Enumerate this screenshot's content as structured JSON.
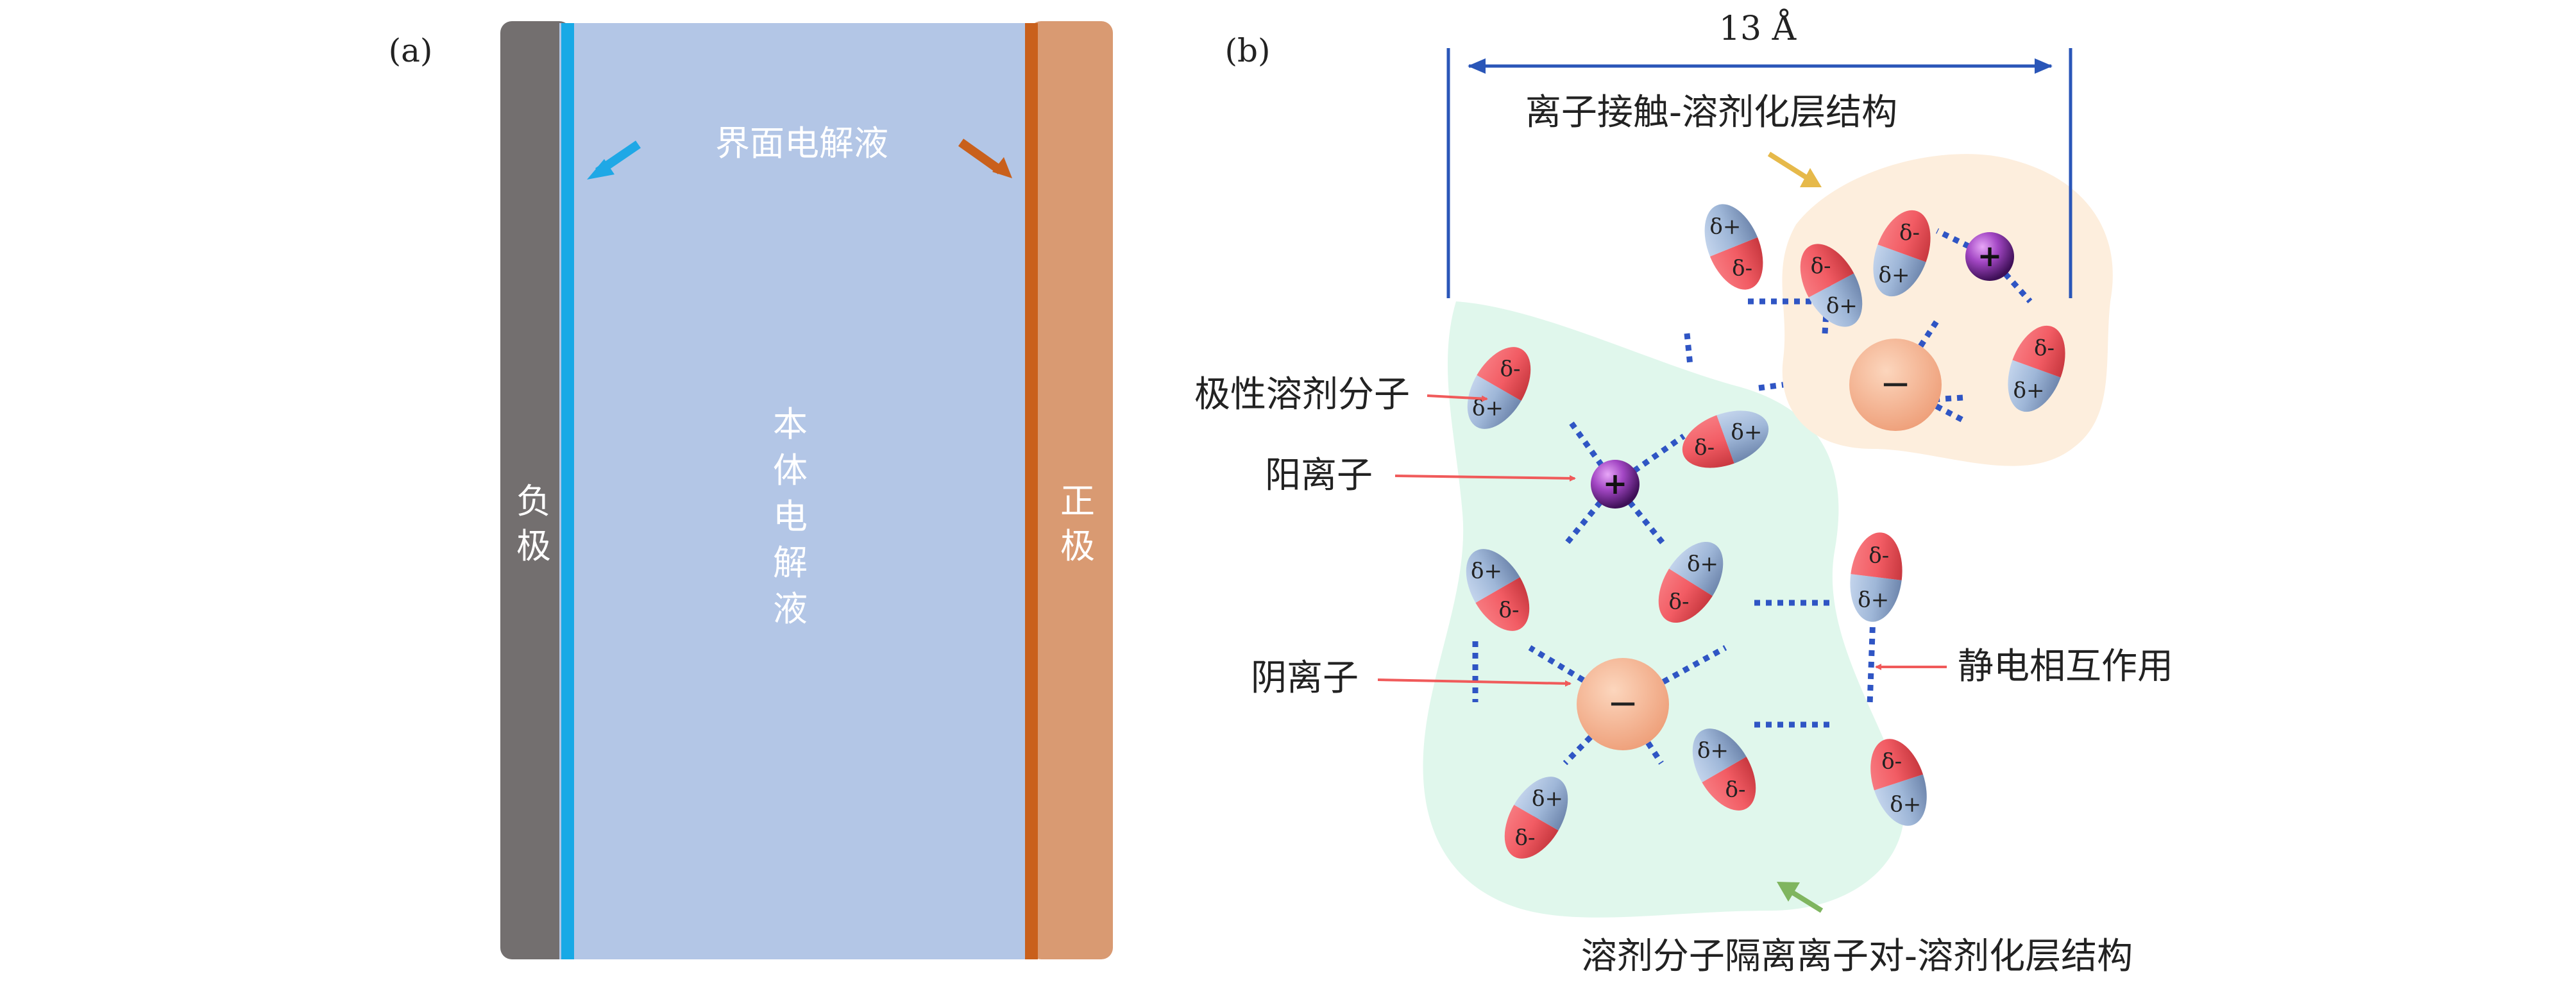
{
  "panel_a": {
    "label": "(a)",
    "negative_electrode": "负极",
    "positive_electrode": "正极",
    "interface_electrolyte": "界面电解液",
    "bulk_electrolyte": "本体电解液",
    "colors": {
      "negative": "#736f6f",
      "negative_interface": "#18a9e6",
      "electrolyte": "#b3c6e6",
      "positive_interface": "#c9601c",
      "positive": "#d99a72",
      "left_arrow": "#1fa8e6",
      "right_arrow": "#c9601c"
    }
  },
  "panel_b": {
    "label": "(b)",
    "dimension": "13 Å",
    "contact_ion_structure": "离子接触-溶剂化层结构",
    "solvent_separated_structure": "溶剂分子隔离离子对-溶剂化层结构",
    "polar_solvent": "极性溶剂分子",
    "cation": "阳离子",
    "anion": "阴离子",
    "electrostatic": "静电相互作用",
    "cation_symbol": "+",
    "anion_symbol": "−",
    "delta_plus": "δ+",
    "delta_minus": "δ-",
    "colors": {
      "dimension_line": "#2a56b8",
      "bond": "#2f55c4",
      "green_region": "#e0f7ec",
      "orange_region": "#fdeedd",
      "molecule_red": "#f25c64",
      "molecule_blue": "#9fb7d8",
      "cation": "#a347c4",
      "anion": "#f2b893",
      "label_arrow": "#f05a5a",
      "top_arrow": "#e6b94a",
      "bottom_arrow": "#7fb55f"
    }
  }
}
